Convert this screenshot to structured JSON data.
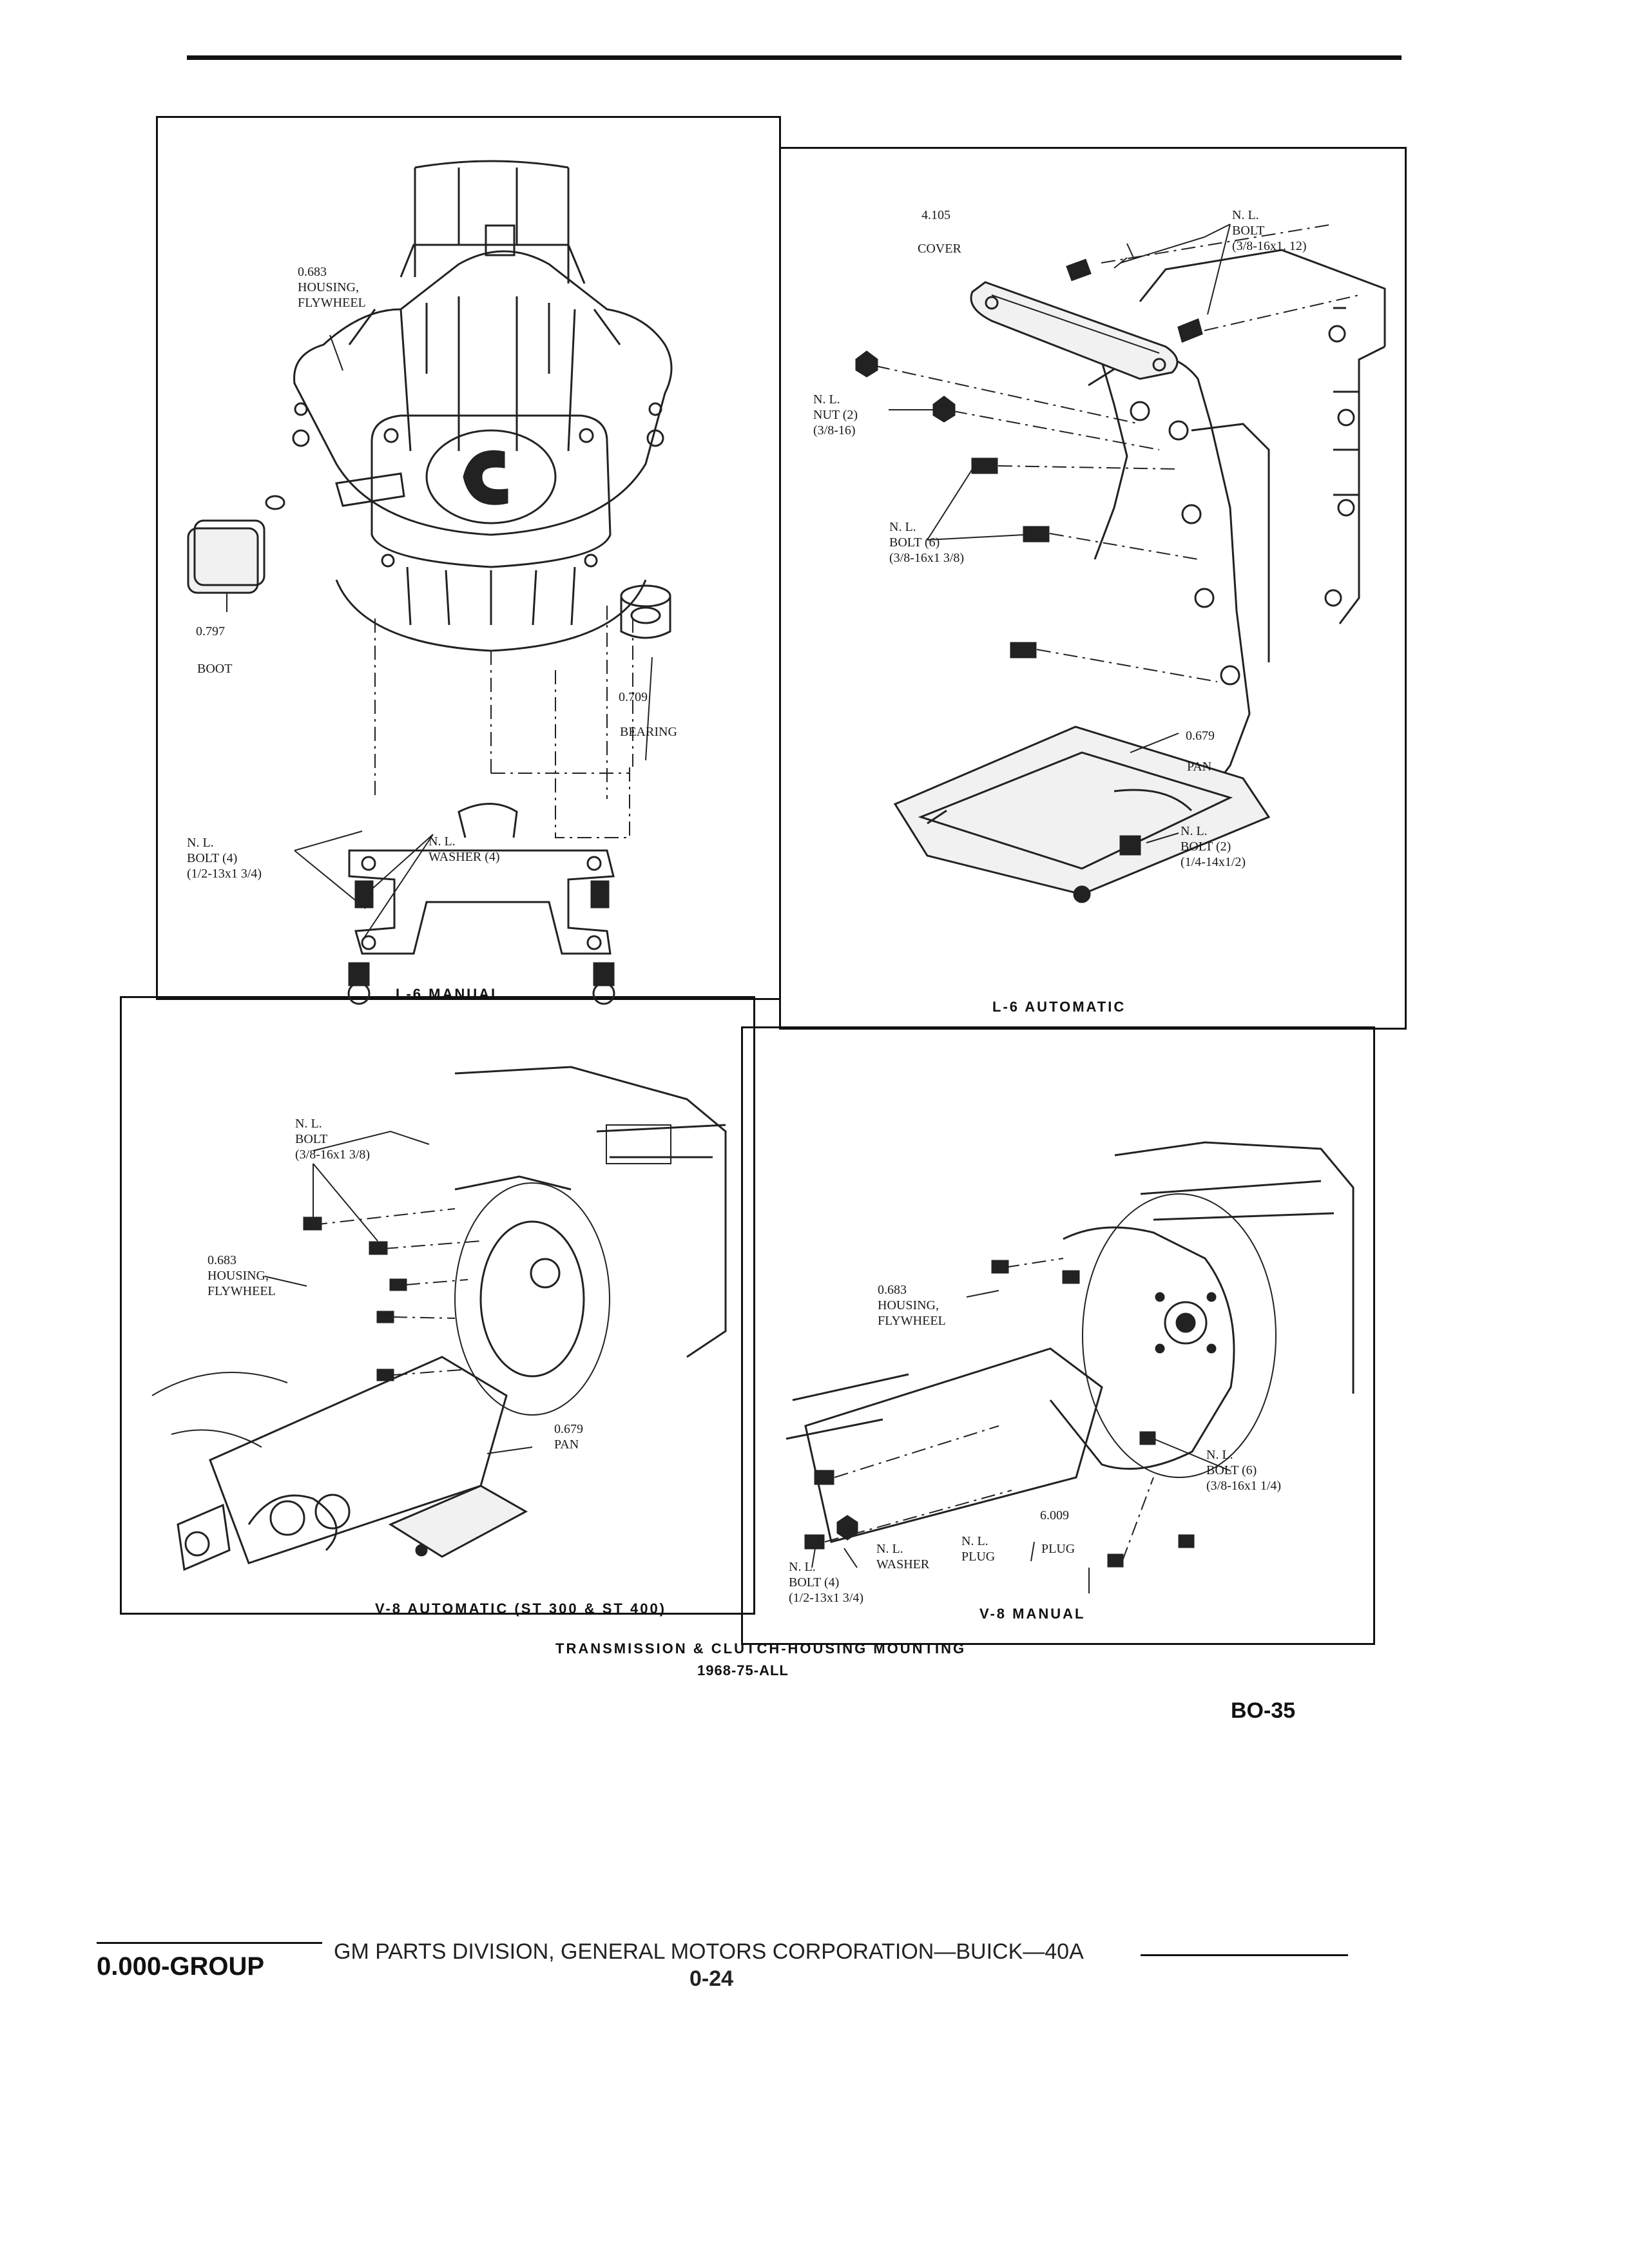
{
  "panels": {
    "l6_manual": {
      "title": "L-6 MANUAL",
      "labels": {
        "housing": "0.683\nHOUSING,\nFLYWHEEL",
        "boot_no": "0.797",
        "boot": "BOOT",
        "bearing_no": "0.709",
        "bearing": "BEARING",
        "bolt": "N. L.\nBOLT (4)\n(1/2-13x1 3/4)",
        "washer": "N. L.\nWASHER (4)"
      }
    },
    "l6_automatic": {
      "title": "L-6 AUTOMATIC",
      "labels": {
        "cover_no": "4.105",
        "cover": "COVER",
        "bolt_top": "N. L.\nBOLT\n(3/8-16x1. 12)",
        "nut": "N. L.\nNUT (2)\n(3/8-16)",
        "bolt_mid": "N. L.\nBOLT (6)\n(3/8-16x1 3/8)",
        "pan_no": "0.679",
        "pan": "PAN",
        "bolt_pan": "N. L.\nBOLT (2)\n(1/4-14x1/2)"
      }
    },
    "v8_automatic": {
      "title": "V-8 AUTOMATIC (ST 300 & ST 400)",
      "labels": {
        "bolt": "N. L.\nBOLT\n(3/8-16x1 3/8)",
        "housing": "0.683\nHOUSING,\nFLYWHEEL",
        "pan": "0.679\nPAN"
      }
    },
    "v8_manual": {
      "title": "V-8 MANUAL",
      "labels": {
        "housing": "0.683\nHOUSING,\nFLYWHEEL",
        "bolt_right": "N. L.\nBOLT (6)\n(3/8-16x1 1/4)",
        "plug_no": "6.009",
        "plug": "PLUG",
        "plug_nl": "N. L.\nPLUG",
        "washer": "N. L.\nWASHER",
        "bolt_left": "N. L.\nBOLT (4)\n(1/2-13x1 3/4)"
      }
    }
  },
  "caption": {
    "title": "TRANSMISSION & CLUTCH-HOUSING MOUNTING",
    "subtitle": "1968-75-ALL"
  },
  "page_code": "BO-35",
  "footer": {
    "group": "0.000-GROUP",
    "line": "GM PARTS DIVISION,  GENERAL MOTORS CORPORATION—BUICK—40A",
    "page": "0-24"
  }
}
